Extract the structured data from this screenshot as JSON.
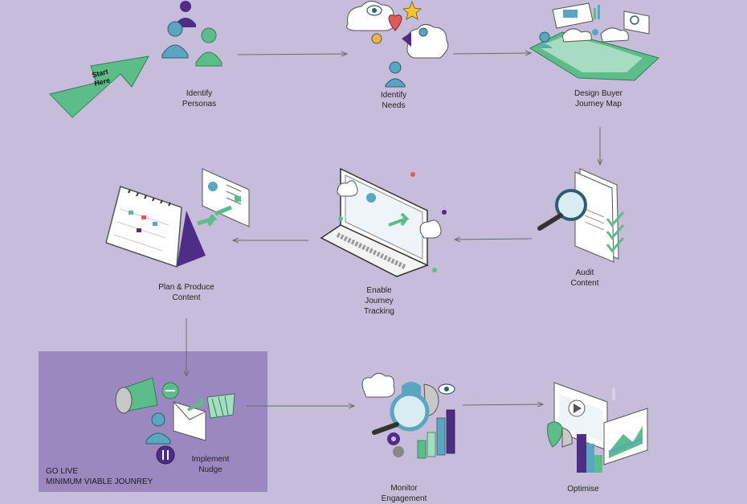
{
  "start": {
    "line1": "Start",
    "line2": "Here"
  },
  "steps": [
    {
      "id": "identify-personas",
      "lines": [
        "Identify",
        "Personas"
      ]
    },
    {
      "id": "identify-needs",
      "lines": [
        "Identify",
        "Needs"
      ]
    },
    {
      "id": "design-buyer-journey-map",
      "lines": [
        "Design Buyer",
        "Journey Map"
      ]
    },
    {
      "id": "audit-content",
      "lines": [
        "Audit",
        "Content"
      ]
    },
    {
      "id": "enable-journey-tracking",
      "lines": [
        "Enable",
        "Journey",
        "Tracking"
      ]
    },
    {
      "id": "plan-produce-content",
      "lines": [
        "Plan & Produce",
        "Content"
      ]
    },
    {
      "id": "implement-nudge",
      "lines": [
        "Implement",
        "Nudge"
      ]
    },
    {
      "id": "monitor-engagement",
      "lines": [
        "Monitor",
        "Engagement"
      ]
    },
    {
      "id": "optimise",
      "lines": [
        "Optimise"
      ]
    }
  ],
  "go_live": {
    "line1": "GO LIVE",
    "line2": "MINIMUM VIABLE JOUNREY"
  },
  "colors": {
    "background": "#c7bddb",
    "go_live_box": "#9c88c1",
    "green": "#5cbd8b",
    "teal": "#5aa6c0",
    "purple": "#4d2d86",
    "red": "#e05a5a",
    "yellow": "#f4c430",
    "arrow": "#6a6a6a"
  }
}
